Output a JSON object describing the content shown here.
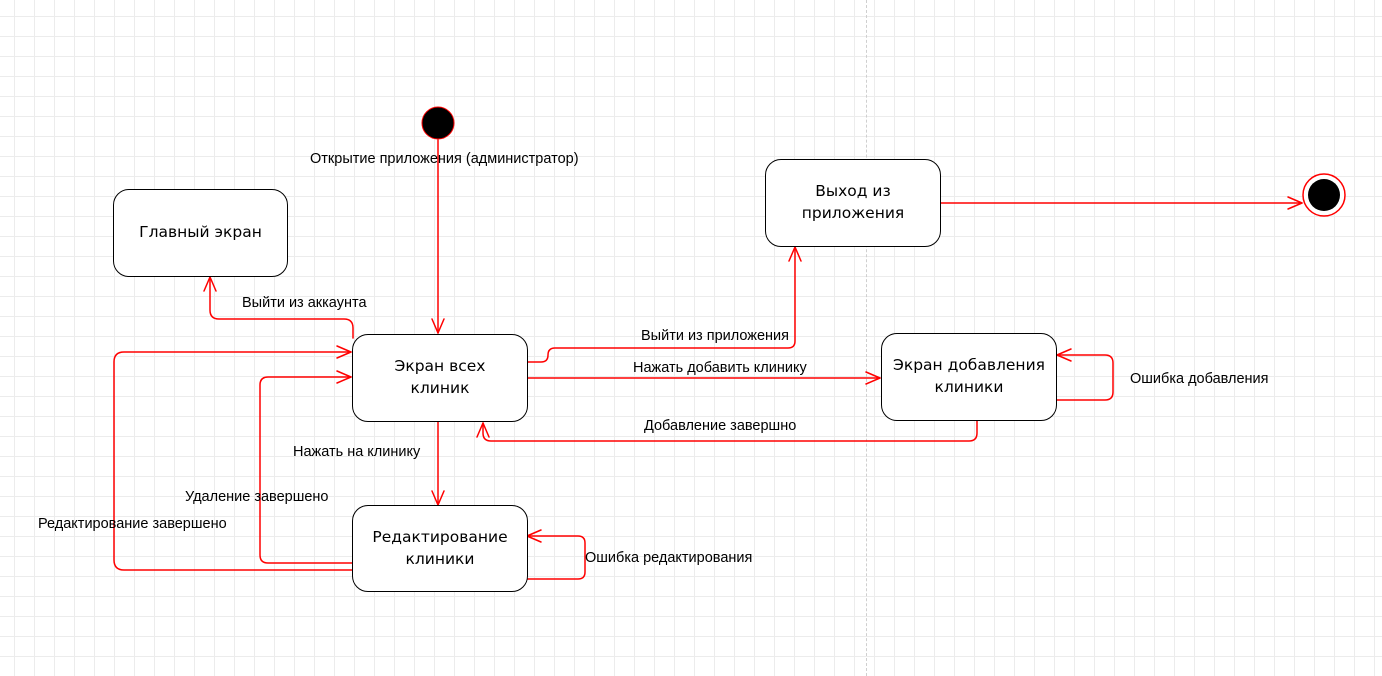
{
  "colors": {
    "edge": "#ff0000",
    "node_border": "#000000",
    "node_fill": "#ffffff",
    "grid": "#ececec"
  },
  "states": {
    "main_screen": "Главный экран",
    "clinics_screen": "Экран всех клиник",
    "exit_app": "Выход из приложения",
    "add_clinic_screen": "Экран добавления клиники",
    "edit_clinic": "Редактирование клиники"
  },
  "transitions": {
    "open_app": "Открытие приложения (администратор)",
    "logout": "Выйти из аккаунта",
    "exit_app": "Выйти из приложения",
    "add_clinic": "Нажать добавить клинику",
    "add_done": "Добавление завершно",
    "add_error": "Ошибка добавления",
    "click_clinic": "Нажать на клинику",
    "delete_done": "Удаление завершено",
    "edit_done": "Редактирование завершено",
    "edit_error": "Ошибка редактирования"
  }
}
